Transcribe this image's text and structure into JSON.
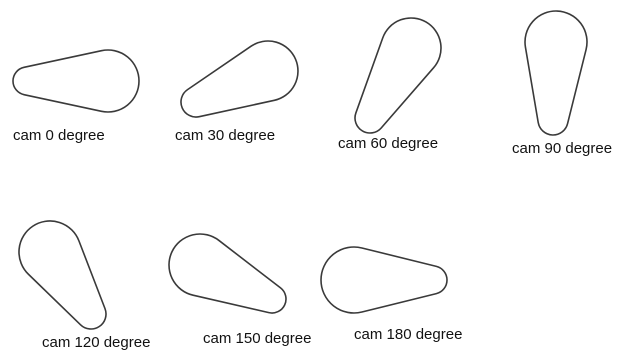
{
  "diagram": {
    "cams": [
      {
        "angle_deg": 0,
        "label": "cam 0 degree"
      },
      {
        "angle_deg": 30,
        "label": "cam 30 degree"
      },
      {
        "angle_deg": 60,
        "label": "cam 60 degree"
      },
      {
        "angle_deg": 90,
        "label": "cam 90 degree"
      },
      {
        "angle_deg": 120,
        "label": "cam 120 degree"
      },
      {
        "angle_deg": 150,
        "label": "cam 150 degree"
      },
      {
        "angle_deg": 180,
        "label": "cam 180 degree"
      }
    ]
  }
}
